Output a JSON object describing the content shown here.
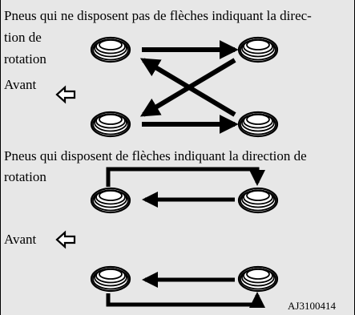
{
  "section1": {
    "heading_line1": "Pneus qui ne disposent pas de flèches indiquant la direc-",
    "heading_line2": "tion de",
    "heading_line3": "rotation",
    "front_label": "Avant"
  },
  "section2": {
    "heading_line1": "Pneus qui disposent de flèches indiquant la direction de",
    "heading_line2": "rotation",
    "front_label": "Avant"
  },
  "figure_code": "AJ3100414",
  "icons": {
    "tire": "tire-icon",
    "front_arrow": "hollow-left-arrow-icon"
  },
  "colors": {
    "background": "#e7e7e7",
    "ink": "#000000",
    "tire_fill": "#ffffff"
  }
}
